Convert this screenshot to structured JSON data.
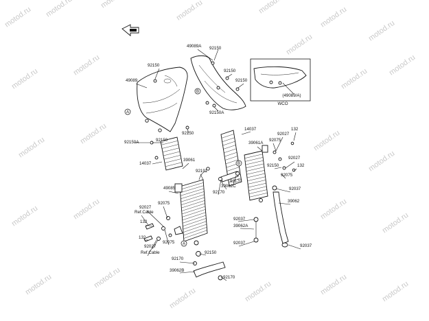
{
  "watermark": "motod.ru",
  "callouts": [
    {
      "id": "49089A",
      "text": "49089A"
    },
    {
      "id": "92150_top",
      "text": "92150"
    },
    {
      "id": "92150_a",
      "text": "92150"
    },
    {
      "id": "49089",
      "text": "49089"
    },
    {
      "id": "92150_b",
      "text": "92150"
    },
    {
      "id": "92150_c",
      "text": "92150"
    },
    {
      "id": "92150A_r",
      "text": "92150A"
    },
    {
      "id": "92150_d",
      "text": "92150"
    },
    {
      "id": "92150A_l",
      "text": "92150A"
    },
    {
      "id": "92150_e",
      "text": "92150"
    },
    {
      "id": "14037_r",
      "text": "14037"
    },
    {
      "id": "92027_r1",
      "text": "92027"
    },
    {
      "id": "132_r1",
      "text": "132"
    },
    {
      "id": "39061A",
      "text": "39061A"
    },
    {
      "id": "92075_r1",
      "text": "92075"
    },
    {
      "id": "14037_l",
      "text": "14037"
    },
    {
      "id": "39061",
      "text": "39061"
    },
    {
      "id": "92150_f",
      "text": "92150"
    },
    {
      "id": "92027_r2",
      "text": "92027"
    },
    {
      "id": "132_r2",
      "text": "132"
    },
    {
      "id": "92191",
      "text": "92191"
    },
    {
      "id": "92075_r2",
      "text": "92075"
    },
    {
      "id": "92170_m",
      "text": "92170"
    },
    {
      "id": "39062C",
      "text": "39062C"
    },
    {
      "id": "92037_r1",
      "text": "92037"
    },
    {
      "id": "49085",
      "text": "49085"
    },
    {
      "id": "92170_m2",
      "text": "92170"
    },
    {
      "id": "39062",
      "text": "39062"
    },
    {
      "id": "92075_l1",
      "text": "92075"
    },
    {
      "id": "92027_l1",
      "text": "92027"
    },
    {
      "id": "refcable_1",
      "text": "Ref.Cable"
    },
    {
      "id": "92037_m",
      "text": "92037"
    },
    {
      "id": "132_l1",
      "text": "132"
    },
    {
      "id": "39062A",
      "text": "39062A"
    },
    {
      "id": "132_l2",
      "text": "132"
    },
    {
      "id": "92075_l2",
      "text": "92075"
    },
    {
      "id": "92027_l2",
      "text": "92027"
    },
    {
      "id": "92037_m2",
      "text": "92037"
    },
    {
      "id": "92037_r2",
      "text": "92037"
    },
    {
      "id": "refcable_2",
      "text": "Ref.Cable"
    },
    {
      "id": "92150_g",
      "text": "92150"
    },
    {
      "id": "92170_b1",
      "text": "92170"
    },
    {
      "id": "39062B",
      "text": "39062B"
    },
    {
      "id": "92170_b2",
      "text": "92170"
    }
  ],
  "inset": {
    "part_label": "(49089/A)",
    "caption": "WCO"
  },
  "ref_marks": [
    {
      "id": "A_top",
      "letter": "A"
    },
    {
      "id": "B_top",
      "letter": "B"
    },
    {
      "id": "A_bottom",
      "letter": "A"
    },
    {
      "id": "B_mid",
      "letter": "B"
    }
  ]
}
